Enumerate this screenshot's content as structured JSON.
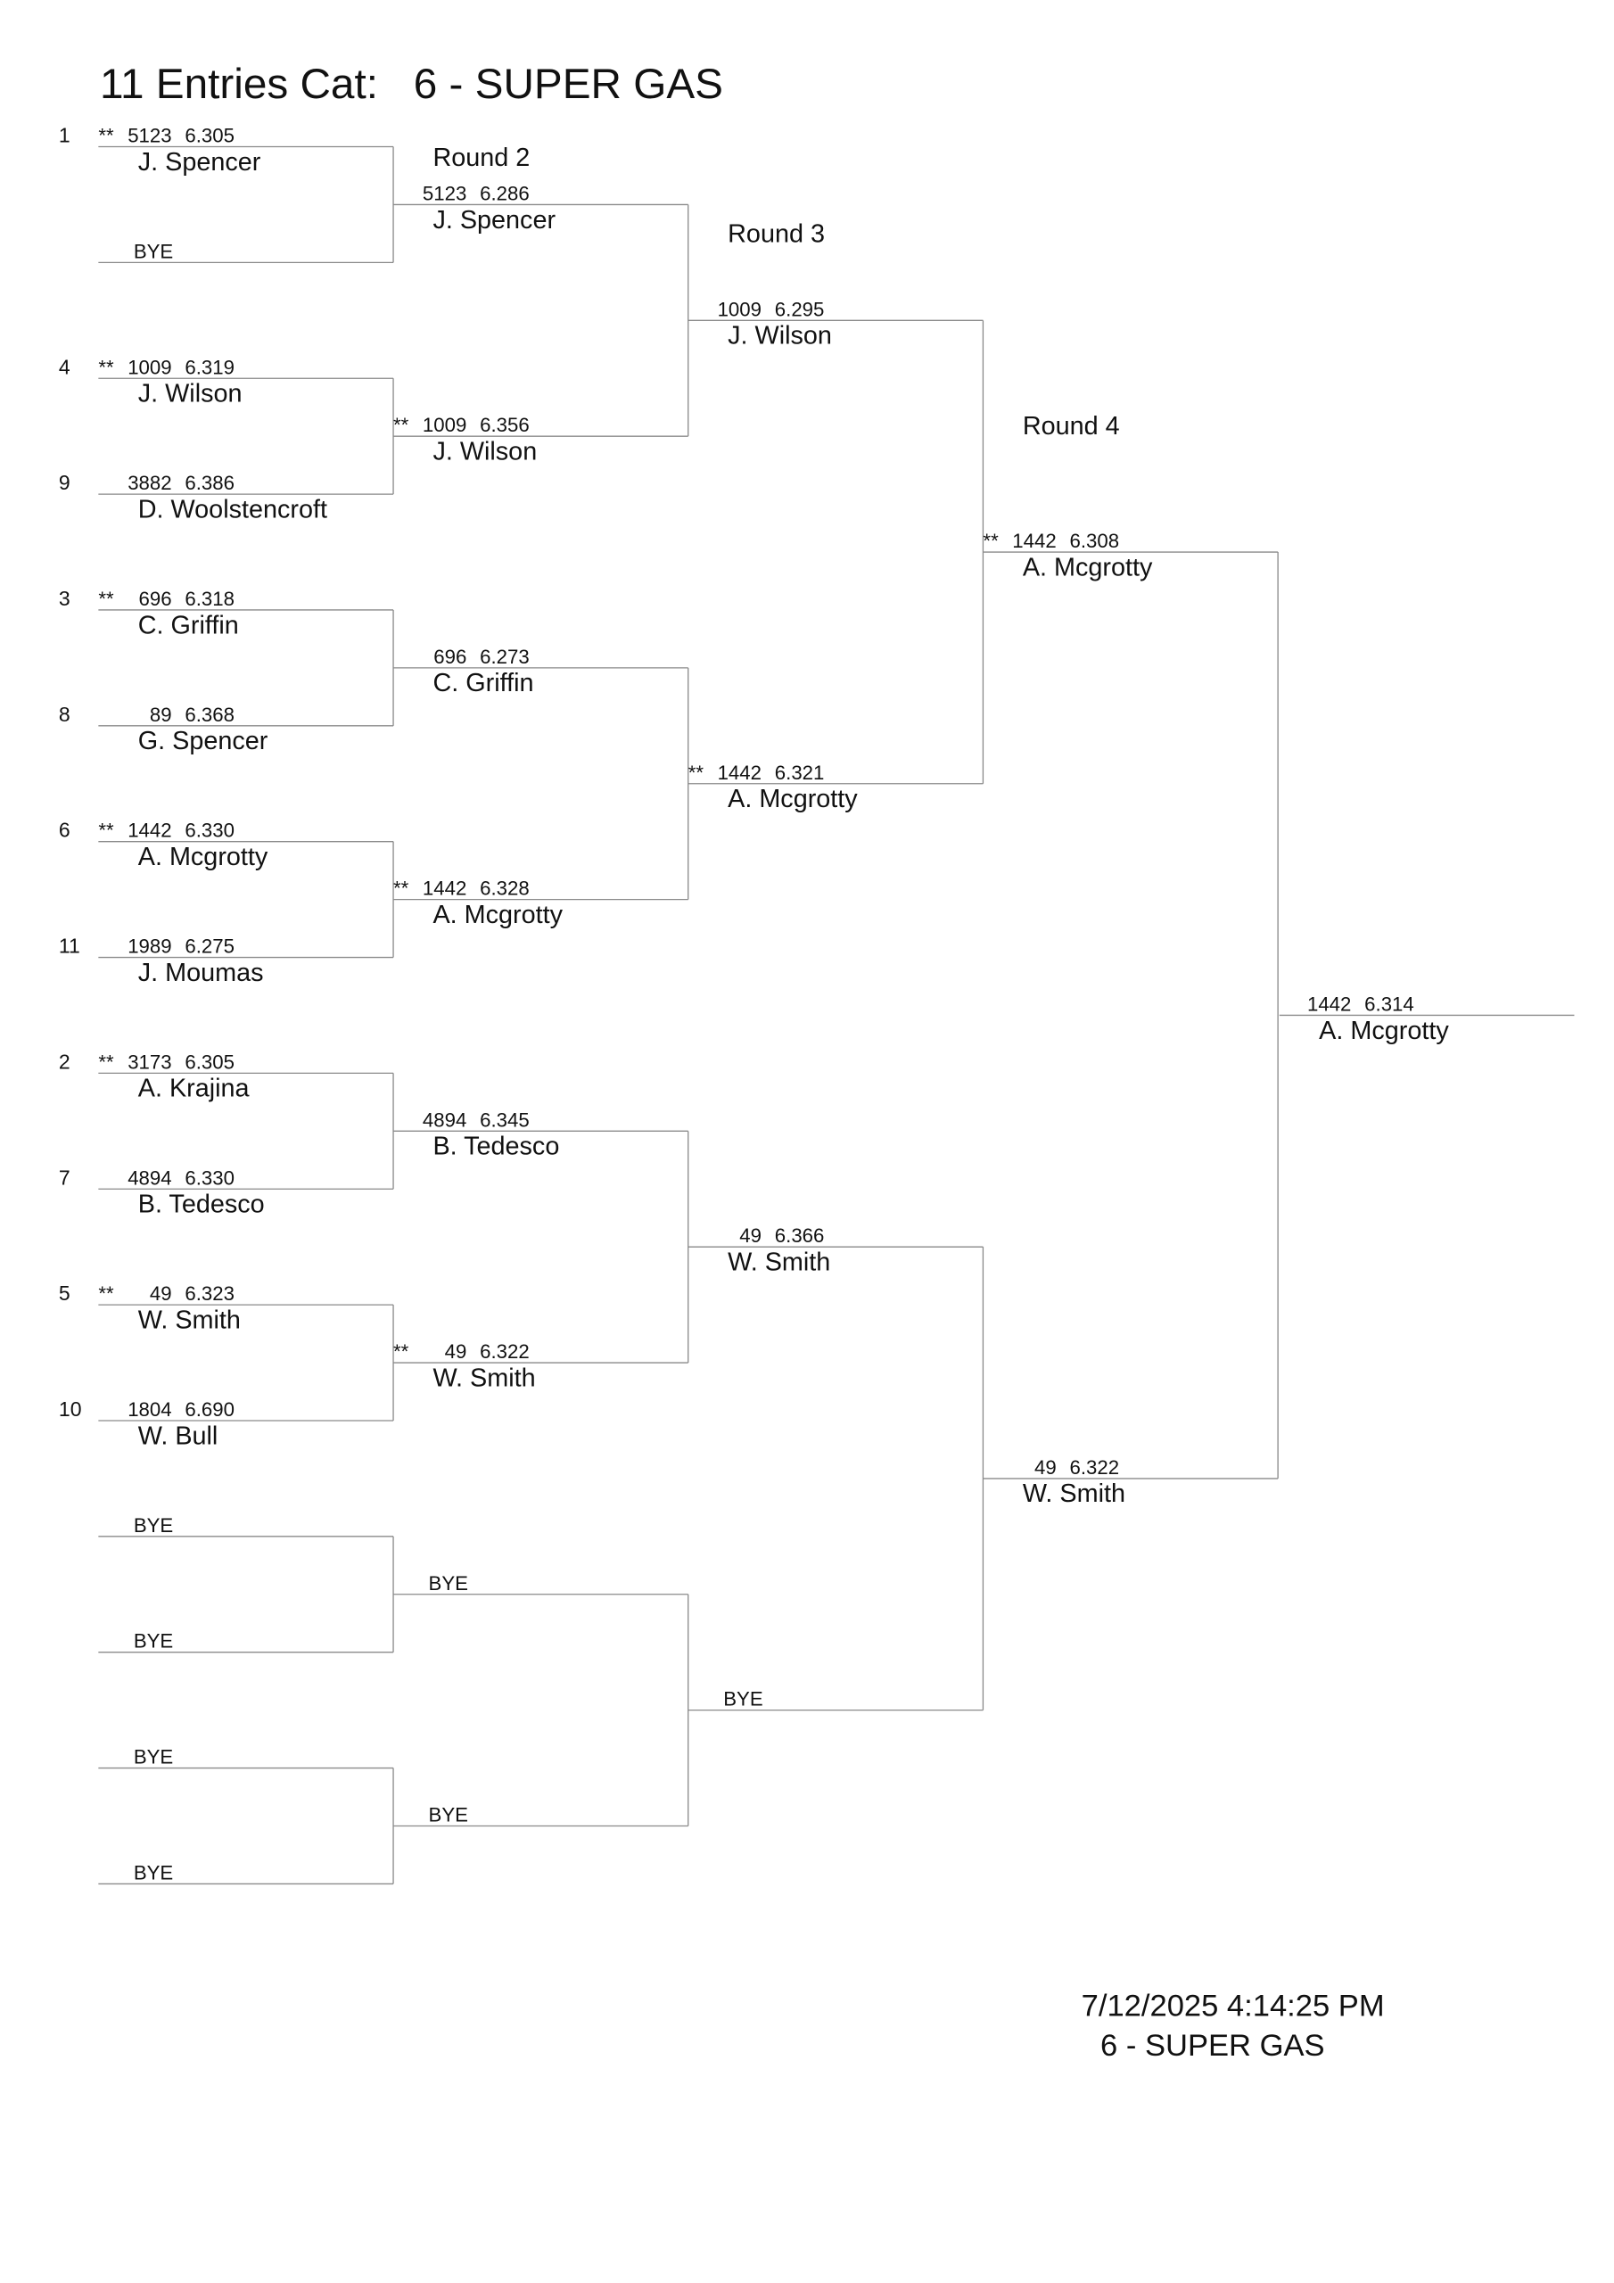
{
  "title": "11 Entries Cat:   6 - SUPER GAS",
  "round_headers": [
    "Round 2",
    "Round 3",
    "Round 4"
  ],
  "footer": {
    "timestamp": "7/12/2025 4:14:25 PM",
    "category": "6 - SUPER GAS"
  },
  "rounds": [
    [
      {
        "seed": "1",
        "star": "**",
        "num": "5123",
        "time": "6.305",
        "name": "J. Spencer"
      },
      {
        "bye": "BYE"
      },
      {
        "seed": "4",
        "star": "**",
        "num": "1009",
        "time": "6.319",
        "name": "J. Wilson"
      },
      {
        "seed": "9",
        "num": "3882",
        "time": "6.386",
        "name": "D. Woolstencroft"
      },
      {
        "seed": "3",
        "star": "**",
        "num": "696",
        "time": "6.318",
        "name": "C. Griffin"
      },
      {
        "seed": "8",
        "num": "89",
        "time": "6.368",
        "name": "G. Spencer"
      },
      {
        "seed": "6",
        "star": "**",
        "num": "1442",
        "time": "6.330",
        "name": "A. Mcgrotty"
      },
      {
        "seed": "11",
        "num": "1989",
        "time": "6.275",
        "name": "J. Moumas"
      },
      {
        "seed": "2",
        "star": "**",
        "num": "3173",
        "time": "6.305",
        "name": "A. Krajina"
      },
      {
        "seed": "7",
        "num": "4894",
        "time": "6.330",
        "name": "B. Tedesco"
      },
      {
        "seed": "5",
        "star": "**",
        "num": "49",
        "time": "6.323",
        "name": "W. Smith"
      },
      {
        "seed": "10",
        "num": "1804",
        "time": "6.690",
        "name": "W. Bull"
      },
      {
        "bye": "BYE"
      },
      {
        "bye": "BYE"
      },
      {
        "bye": "BYE"
      },
      {
        "bye": "BYE"
      }
    ],
    [
      {
        "num": "5123",
        "time": "6.286",
        "name": "J. Spencer"
      },
      {
        "star": "**",
        "num": "1009",
        "time": "6.356",
        "name": "J. Wilson"
      },
      {
        "num": "696",
        "time": "6.273",
        "name": "C. Griffin"
      },
      {
        "star": "**",
        "num": "1442",
        "time": "6.328",
        "name": "A. Mcgrotty"
      },
      {
        "num": "4894",
        "time": "6.345",
        "name": "B. Tedesco"
      },
      {
        "star": "**",
        "num": "49",
        "time": "6.322",
        "name": "W. Smith"
      },
      {
        "bye": "BYE"
      },
      {
        "bye": "BYE"
      }
    ],
    [
      {
        "num": "1009",
        "time": "6.295",
        "name": "J. Wilson"
      },
      {
        "star": "**",
        "num": "1442",
        "time": "6.321",
        "name": "A. Mcgrotty"
      },
      {
        "num": "49",
        "time": "6.366",
        "name": "W. Smith"
      },
      {
        "bye": "BYE"
      }
    ],
    [
      {
        "star": "**",
        "num": "1442",
        "time": "6.308",
        "name": "A. Mcgrotty"
      },
      {
        "num": "49",
        "time": "6.322",
        "name": "W. Smith"
      }
    ],
    [
      {
        "num": "1442",
        "time": "6.314",
        "name": "A. Mcgrotty"
      }
    ]
  ]
}
